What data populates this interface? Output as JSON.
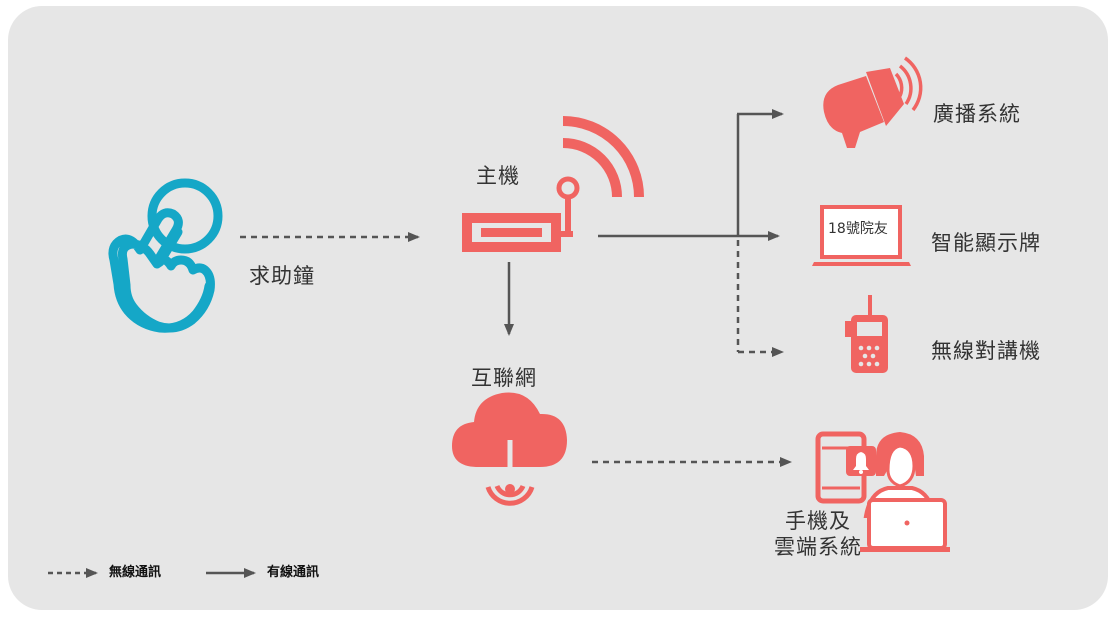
{
  "colors": {
    "panel": "#e6e6e6",
    "accent_red": "#f06461",
    "accent_blue": "#15a7c7",
    "line": "#555555",
    "text": "#333333"
  },
  "nodes": {
    "help_button": {
      "label": "求助鐘",
      "icon": "hand-pressing-button-icon"
    },
    "host": {
      "label": "主機",
      "icon": "router-signal-icon"
    },
    "internet": {
      "label": "互聯網",
      "icon": "cloud-wireless-icon"
    },
    "broadcast": {
      "label": "廣播系統",
      "icon": "megaphone-icon"
    },
    "display": {
      "label": "智能顯示牌",
      "icon": "laptop-display-icon",
      "screen_text": "18號院友"
    },
    "walkie": {
      "label": "無線對講機",
      "icon": "walkie-talkie-icon"
    },
    "mobile_cloud": {
      "label_line1": "手機及",
      "label_line2": "雲端系統",
      "icon": "phone-nurse-laptop-icon"
    }
  },
  "legend": {
    "wireless": "無線通訊",
    "wired": "有線通訊"
  }
}
